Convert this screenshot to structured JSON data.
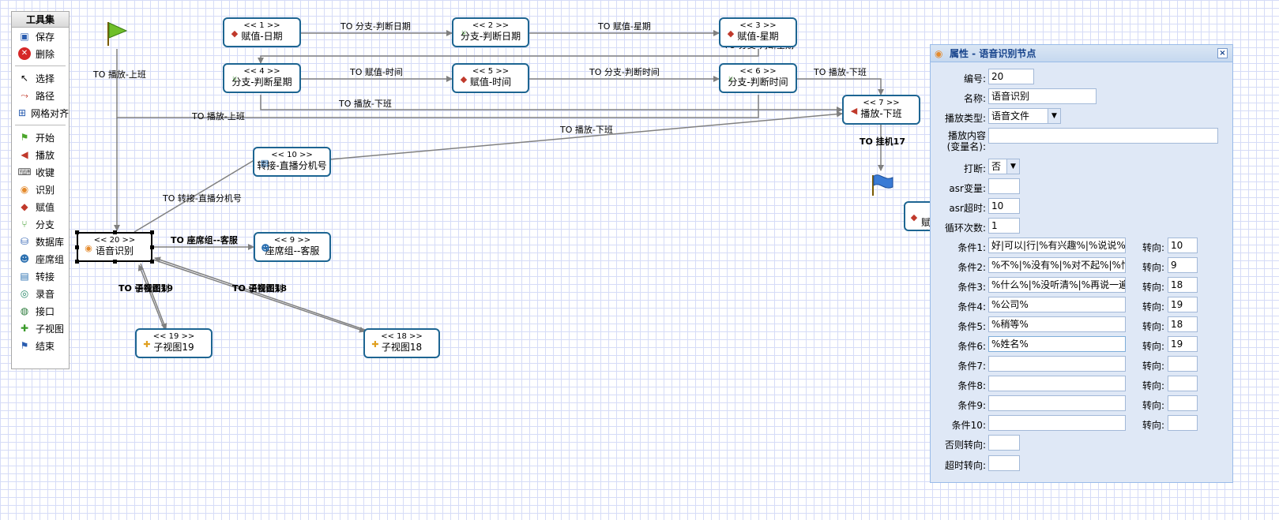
{
  "toolbox": {
    "title": "工具集",
    "groups": [
      [
        {
          "label": "保存",
          "icon": "save-icon"
        },
        {
          "label": "删除",
          "icon": "delete-icon"
        }
      ],
      [
        {
          "label": "选择",
          "icon": "cursor-icon"
        },
        {
          "label": "路径",
          "icon": "path-icon"
        },
        {
          "label": "网格对齐",
          "icon": "grid-align-icon"
        }
      ],
      [
        {
          "label": "开始",
          "icon": "start-flag-icon"
        },
        {
          "label": "播放",
          "icon": "speaker-icon"
        },
        {
          "label": "收键",
          "icon": "keyboard-icon"
        },
        {
          "label": "识别",
          "icon": "speech-recognition-icon"
        },
        {
          "label": "赋值",
          "icon": "assign-icon"
        },
        {
          "label": "分支",
          "icon": "branch-icon"
        },
        {
          "label": "数据库",
          "icon": "database-icon"
        },
        {
          "label": "座席组",
          "icon": "agent-group-icon"
        },
        {
          "label": "转接",
          "icon": "transfer-icon"
        },
        {
          "label": "录音",
          "icon": "record-icon"
        },
        {
          "label": "接口",
          "icon": "interface-icon"
        },
        {
          "label": "子视图",
          "icon": "subview-icon"
        },
        {
          "label": "结束",
          "icon": "end-flag-icon"
        }
      ]
    ]
  },
  "nodes": [
    {
      "id": "1",
      "num": "<< 1 >>",
      "name": "赋值-日期",
      "icon": "assign-icon"
    },
    {
      "id": "2",
      "num": "<< 2 >>",
      "name": "分支-判断日期",
      "icon": "branch-icon"
    },
    {
      "id": "3",
      "num": "<< 3 >>",
      "name": "赋值-星期",
      "icon": "assign-icon"
    },
    {
      "id": "4",
      "num": "<< 4 >>",
      "name": "分支-判断星期",
      "icon": "branch-icon"
    },
    {
      "id": "5",
      "num": "<< 5 >>",
      "name": "赋值-时间",
      "icon": "assign-icon"
    },
    {
      "id": "6",
      "num": "<< 6 >>",
      "name": "分支-判断时间",
      "icon": "branch-icon"
    },
    {
      "id": "7",
      "num": "<< 7 >>",
      "name": "播放-下班",
      "icon": "speaker-icon"
    },
    {
      "id": "10",
      "num": "<< 10 >>",
      "name": "转接-直播分机号",
      "icon": "transfer-icon"
    },
    {
      "id": "20",
      "num": "<< 20 >>",
      "name": "语音识别",
      "icon": "speech-recognition-icon"
    },
    {
      "id": "9",
      "num": "<< 9 >>",
      "name": "座席组--客服",
      "icon": "agent-group-icon"
    },
    {
      "id": "19",
      "num": "<< 19 >>",
      "name": "子视图19",
      "icon": "subview-icon"
    },
    {
      "id": "18",
      "num": "<< 18 >>",
      "name": "子视图18",
      "icon": "subview-icon"
    },
    {
      "id": "partial",
      "num": "",
      "name": "赋值",
      "icon": "assign-icon"
    }
  ],
  "edges": [
    "TO 分支-判断日期",
    "TO 赋值-星期",
    "TO 分支-判断星期",
    "TO 赋值-时间",
    "TO 分支-判断时间",
    "TO 播放-下班",
    "TO 播放-下班",
    "TO 播放-上班",
    "TO 播放-上班",
    "TO 播放-下班",
    "TO 挂机17",
    "TO 转接-直播分机号",
    "TO 座席组--客服",
    "TO 子视图19",
    "TO 语音识别",
    "TO 子视图18",
    "TO 语音识别"
  ],
  "panel": {
    "title": "属性 - 语音识别节点",
    "close": "×",
    "fields": {
      "id": {
        "label": "编号:",
        "value": "20"
      },
      "name": {
        "label": "名称:",
        "value": "语音识别"
      },
      "play_type": {
        "label": "播放类型:",
        "value": "语音文件"
      },
      "play_content": {
        "label": "播放内容",
        "label2": "(变量名):",
        "value": ""
      },
      "interrupt": {
        "label": "打断:",
        "value": "否"
      },
      "asr_var": {
        "label": "asr变量:",
        "value": ""
      },
      "asr_timeout": {
        "label": "asr超时:",
        "value": "10"
      },
      "loops": {
        "label": "循环次数:",
        "value": "1"
      }
    },
    "goto_label": "转向:",
    "conditions": [
      {
        "label": "条件1:",
        "value": "好|可以|行|%有兴趣%|%说说%",
        "goto": "10"
      },
      {
        "label": "条件2:",
        "value": "%不%|%没有%|%对不起%|%忙%",
        "goto": "9"
      },
      {
        "label": "条件3:",
        "value": "%什么%|%没听清%|%再说一遍%",
        "goto": "18"
      },
      {
        "label": "条件4:",
        "value": "%公司%",
        "goto": "19"
      },
      {
        "label": "条件5:",
        "value": "%稍等%",
        "goto": "18"
      },
      {
        "label": "条件6:",
        "value": "%姓名%",
        "goto": "19"
      },
      {
        "label": "条件7:",
        "value": "",
        "goto": ""
      },
      {
        "label": "条件8:",
        "value": "",
        "goto": ""
      },
      {
        "label": "条件9:",
        "value": "",
        "goto": ""
      },
      {
        "label": "条件10:",
        "value": "",
        "goto": ""
      }
    ],
    "else_goto": {
      "label": "否则转向:",
      "value": ""
    },
    "timeout_goto": {
      "label": "超时转向:",
      "value": ""
    }
  },
  "colors": {
    "node_border": "#1d6592",
    "edge": "#808080",
    "panel_bg": "#dfe8f6",
    "panel_title": "#15428b"
  }
}
